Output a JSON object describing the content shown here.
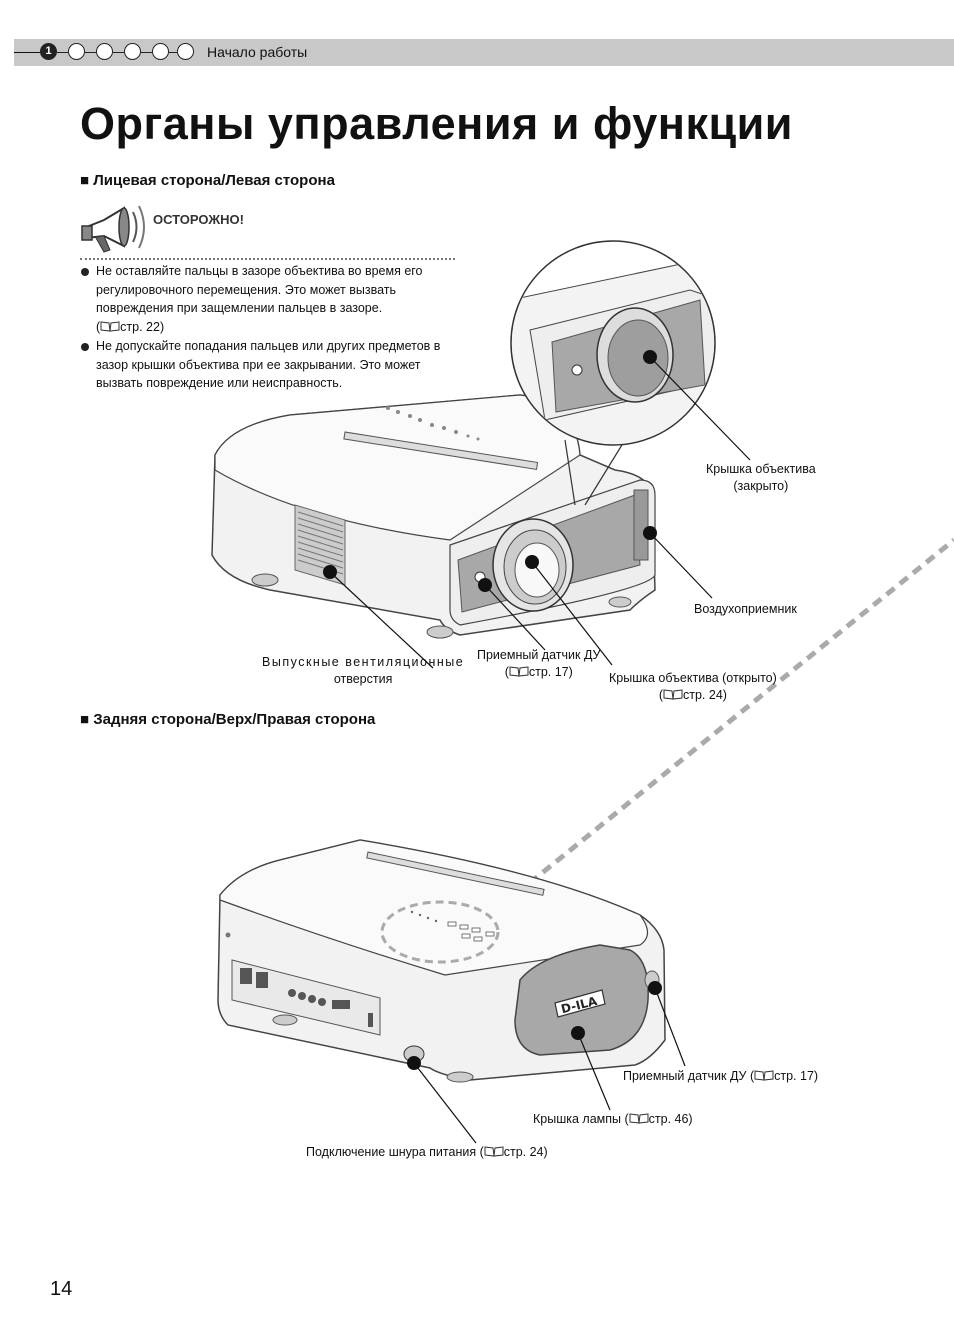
{
  "header": {
    "section": "Начало работы",
    "steps": [
      "1",
      "",
      "",
      "",
      "",
      ""
    ]
  },
  "title": "Органы управления и функции",
  "front": {
    "heading": "■ Лицевая сторона/Левая сторона",
    "caution": {
      "label": "ОСТОРОЖНО!",
      "items": [
        {
          "text": "Не оставляйте пальцы в зазоре объектива во время его регулировочного перемещения. Это может вызвать повреждения при защемлении пальцев в зазоре.",
          "ref": "стр. 22"
        },
        {
          "text": "Не допускайте попадания пальцев или других предметов в зазор крышки объектива при ее закрывании. Это может вызвать повреждение или неисправность.",
          "ref": ""
        }
      ]
    },
    "callouts": {
      "lens_cover_closed_1": "Крышка объектива",
      "lens_cover_closed_2": "(закрыто)",
      "air_intake": "Воздухоприемник",
      "exhaust_1": "Выпускные вентиляционные",
      "exhaust_2": "отверстия",
      "remote_sensor_1": "Приемный датчик ДУ",
      "remote_sensor_ref": "стр. 17)",
      "lens_cover_open_1": "Крышка объектива (открыто)",
      "lens_cover_open_ref": "стр. 24)"
    }
  },
  "rear": {
    "heading": "■ Задняя сторона/Верх/Правая сторона",
    "logo": "D-ILA",
    "callouts": {
      "remote_sensor": "Приемный датчик ДУ (",
      "remote_sensor_ref": "стр. 17)",
      "lamp_cover": "Крышка лампы (",
      "lamp_cover_ref": "стр. 46)",
      "power_cord": "Подключение шнура питания (",
      "power_cord_ref": "стр. 24)"
    }
  },
  "page_number": "14",
  "colors": {
    "header_bar": "#c8c8c8",
    "lens_panel": "#a8a8a8",
    "dashed_line": "#aaaaaa"
  }
}
